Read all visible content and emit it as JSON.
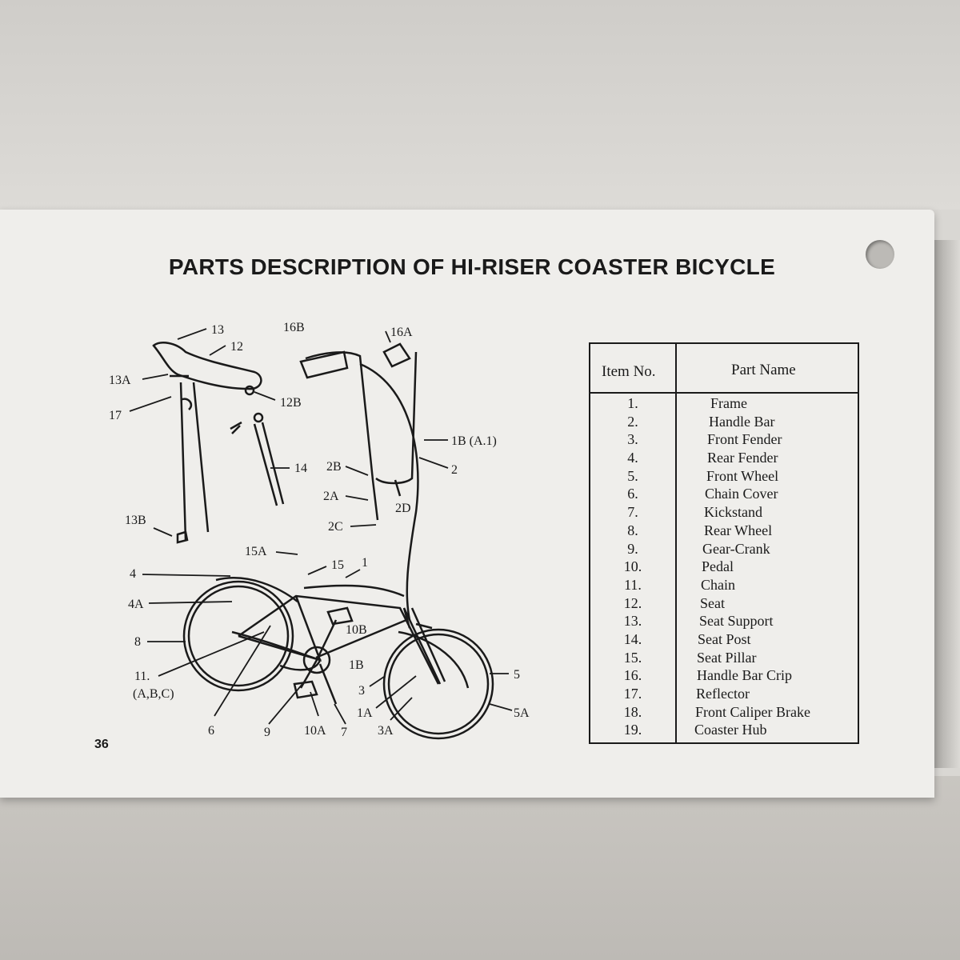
{
  "document": {
    "title": "PARTS DESCRIPTION OF HI-RISER COASTER BICYCLE",
    "page_number": "36"
  },
  "diagram": {
    "callouts": {
      "c13": "13",
      "c12": "12",
      "c16B": "16B",
      "c16A": "16A",
      "c13A": "13A",
      "c12B": "12B",
      "c17": "17",
      "c1B_A1": "1B (A.1)",
      "c14": "14",
      "c2B": "2B",
      "c2": "2",
      "c2A": "2A",
      "c2D": "2D",
      "c13B": "13B",
      "c2C": "2C",
      "c15A": "15A",
      "c15": "15",
      "c1": "1",
      "c4": "4",
      "c4A": "4A",
      "c10B": "10B",
      "c8": "8",
      "c11": "11.",
      "c11abc": "(A,B,C)",
      "c1Bb": "1B",
      "c5": "5",
      "c3": "3",
      "c1A": "1A",
      "c5A": "5A",
      "c6": "6",
      "c9": "9",
      "c10A": "10A",
      "c7": "7",
      "c3A": "3A"
    }
  },
  "parts_table": {
    "headers": {
      "item_no": "Item No.",
      "part_name": "Part Name"
    },
    "rows": [
      {
        "no": "1.",
        "name": "Frame"
      },
      {
        "no": "2.",
        "name": "Handle Bar"
      },
      {
        "no": "3.",
        "name": "Front Fender"
      },
      {
        "no": "4.",
        "name": "Rear Fender"
      },
      {
        "no": "5.",
        "name": "Front Wheel"
      },
      {
        "no": "6.",
        "name": "Chain Cover"
      },
      {
        "no": "7.",
        "name": "Kickstand"
      },
      {
        "no": "8.",
        "name": "Rear Wheel"
      },
      {
        "no": "9.",
        "name": "Gear-Crank"
      },
      {
        "no": "10.",
        "name": "Pedal"
      },
      {
        "no": "11.",
        "name": "Chain"
      },
      {
        "no": "12.",
        "name": "Seat"
      },
      {
        "no": "13.",
        "name": "Seat Support"
      },
      {
        "no": "14.",
        "name": "Seat Post"
      },
      {
        "no": "15.",
        "name": "Seat Pillar"
      },
      {
        "no": "16.",
        "name": "Handle Bar Crip"
      },
      {
        "no": "17.",
        "name": "Reflector"
      },
      {
        "no": "18.",
        "name": "Front Caliper Brake"
      },
      {
        "no": "19.",
        "name": "Coaster Hub"
      }
    ]
  }
}
